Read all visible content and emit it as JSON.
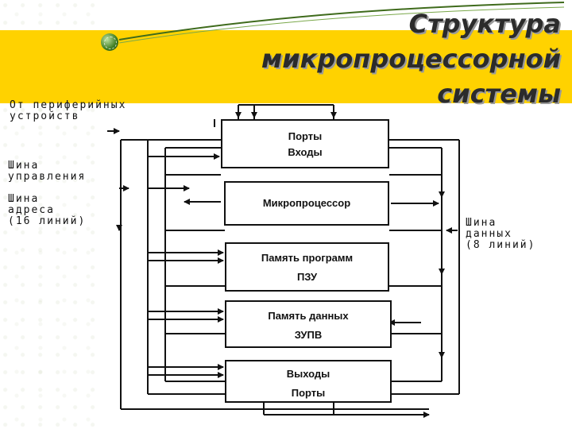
{
  "title": "Структура микропроцессорной системы",
  "labels": {
    "peripheral": "От периферийных\nустройств",
    "control_bus": "Шина\nуправления",
    "address_bus": "Шина\nадреса\n(16 линий)",
    "data_bus": "Шина\nданных\n(8 линий)"
  },
  "blocks": {
    "ports_in": {
      "line1": "Порты",
      "line2": "Входы"
    },
    "cpu": {
      "line1": "Микропроцессор"
    },
    "rom": {
      "line1": "Память программ",
      "line2": "ПЗУ"
    },
    "ram": {
      "line1": "Память данных",
      "line2": "ЗУПВ"
    },
    "ports_out": {
      "line1": "Выходы",
      "line2": "Порты"
    }
  }
}
